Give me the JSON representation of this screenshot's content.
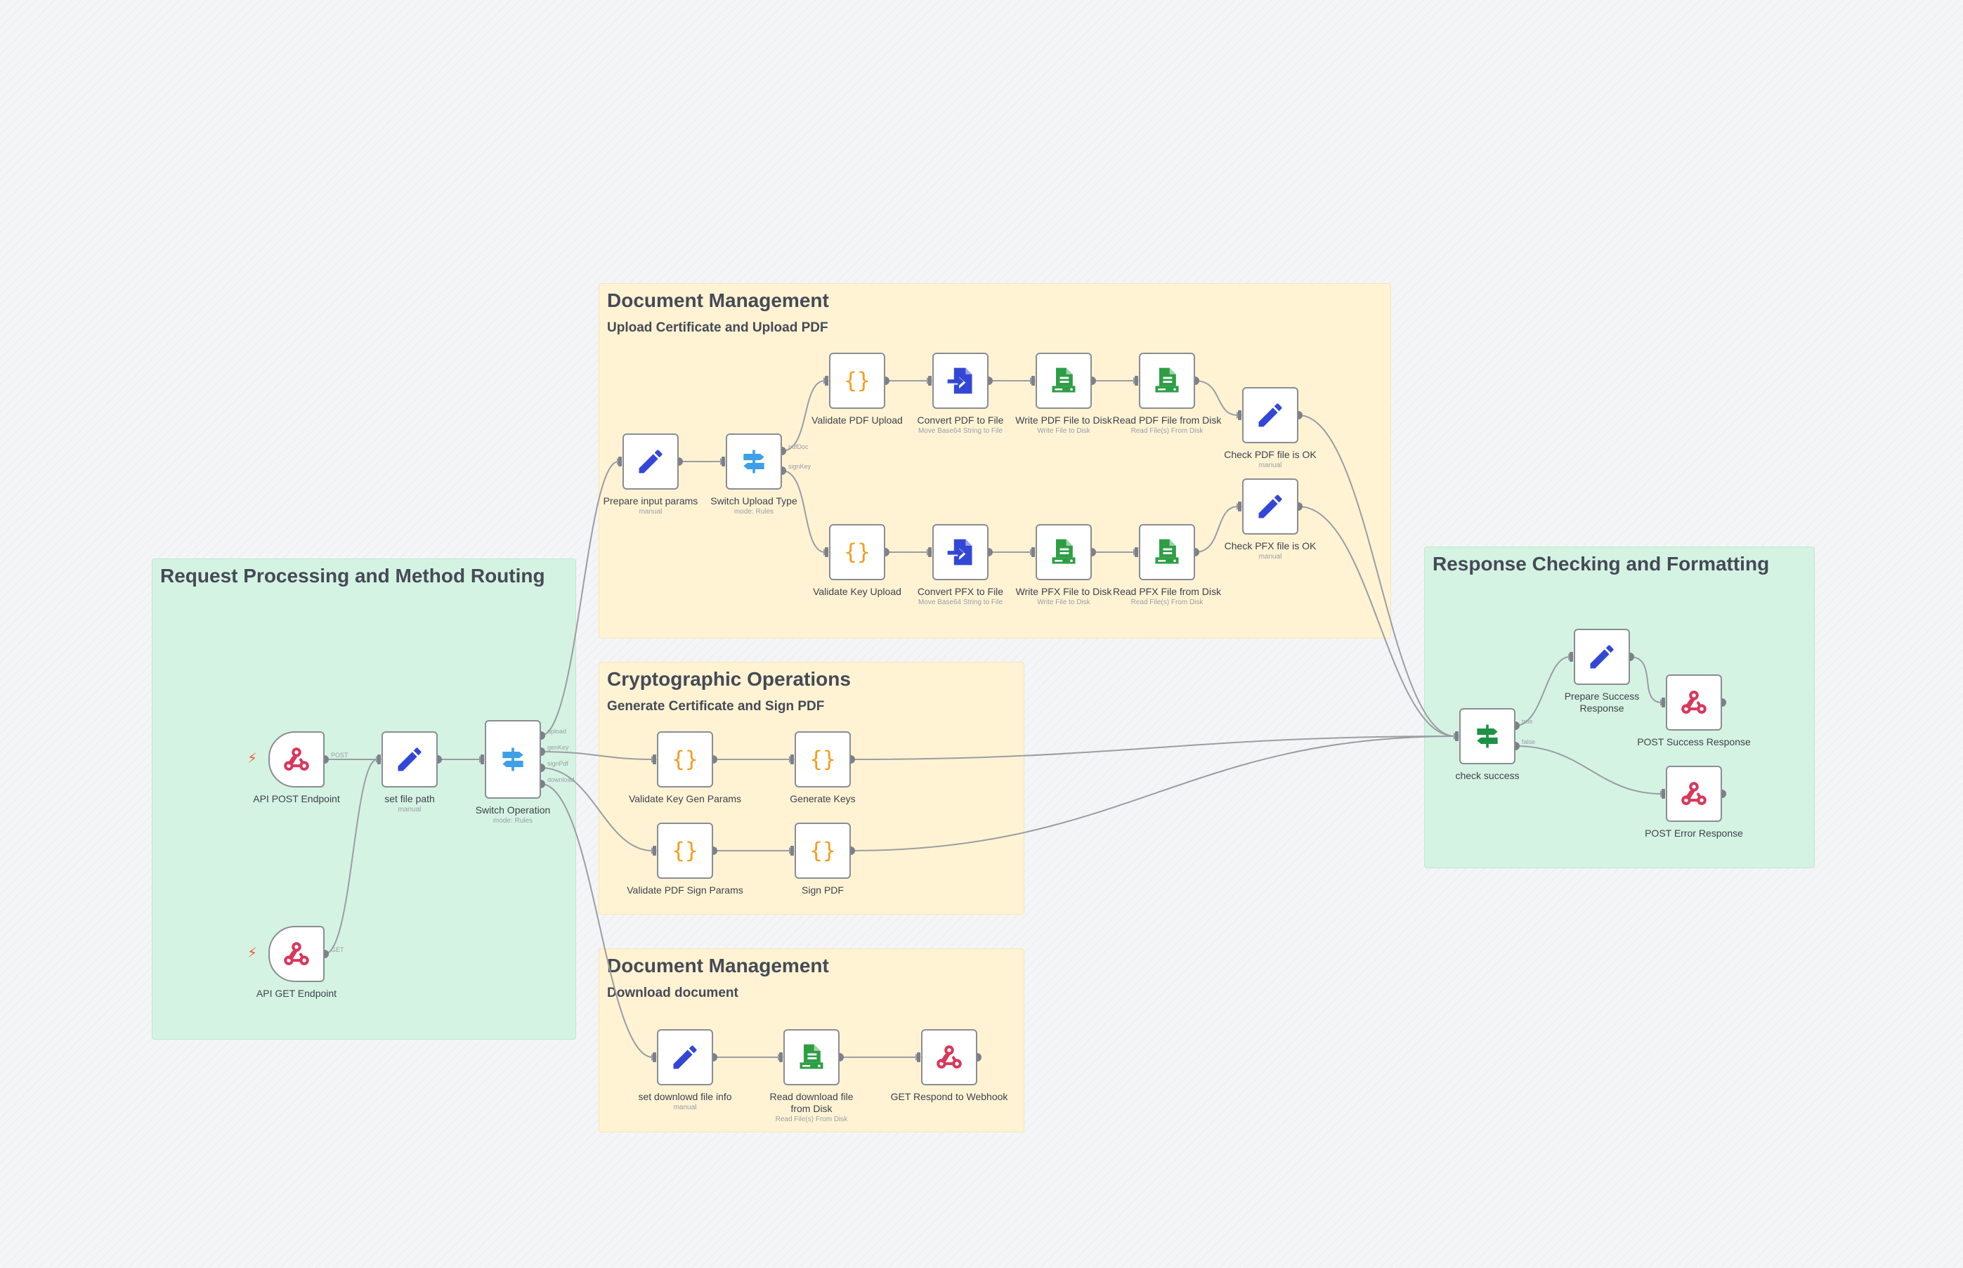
{
  "colors": {
    "green_group": "#d5f3e3",
    "yellow_group": "#fff3d4",
    "node_border": "#8a8d94",
    "wire": "#9a9da3",
    "set_icon": "#3347d6",
    "code_icon": "#f2a020",
    "file_icon": "#2e9e45",
    "convert_icon": "#3347d6",
    "webhook_icon": "#d7385c",
    "switch_icon": "#3ea0e6",
    "if_icon": "#1f9146",
    "trigger_bolt": "#ef5b3b"
  },
  "groups": [
    {
      "id": "g_req",
      "title": "Request Processing and Method Routing",
      "subtitle": "",
      "color": "green"
    },
    {
      "id": "g_docup",
      "title": "Document Management",
      "subtitle": "Upload Certificate and Upload PDF",
      "color": "yellow"
    },
    {
      "id": "g_crypto",
      "title": "Cryptographic Operations",
      "subtitle": "Generate Certificate and Sign PDF",
      "color": "yellow"
    },
    {
      "id": "g_docdown",
      "title": "Document Management",
      "subtitle": "Download document",
      "color": "yellow"
    },
    {
      "id": "g_resp",
      "title": "Response Checking and Formatting",
      "subtitle": "",
      "color": "green"
    }
  ],
  "nodes": [
    {
      "id": "api_post",
      "label": "API POST Endpoint",
      "sub": "",
      "icon": "webhook-icon",
      "trigger": true
    },
    {
      "id": "api_get",
      "label": "API GET Endpoint",
      "sub": "",
      "icon": "webhook-icon",
      "trigger": true
    },
    {
      "id": "set_path",
      "label": "set file path",
      "sub": "manual",
      "icon": "pencil-icon"
    },
    {
      "id": "switch_op",
      "label": "Switch Operation",
      "sub": "mode: Rules",
      "icon": "switch-icon"
    },
    {
      "id": "prep_input",
      "label": "Prepare input params",
      "sub": "manual",
      "icon": "pencil-icon"
    },
    {
      "id": "switch_upload",
      "label": "Switch Upload Type",
      "sub": "mode: Rules",
      "icon": "switch-icon"
    },
    {
      "id": "val_pdf_up",
      "label": "Validate PDF Upload",
      "sub": "",
      "icon": "code-icon"
    },
    {
      "id": "conv_pdf",
      "label": "Convert PDF to File",
      "sub": "Move Base64 String to File",
      "icon": "convert-icon"
    },
    {
      "id": "write_pdf",
      "label": "Write PDF File to Disk",
      "sub": "Write File to Disk",
      "icon": "file-icon"
    },
    {
      "id": "read_pdf",
      "label": "Read PDF File from Disk",
      "sub": "Read File(s) From Disk",
      "icon": "file-icon"
    },
    {
      "id": "check_pdf",
      "label": "Check PDF file is OK",
      "sub": "manual",
      "icon": "pencil-icon"
    },
    {
      "id": "val_key_up",
      "label": "Validate Key Upload",
      "sub": "",
      "icon": "code-icon"
    },
    {
      "id": "conv_pfx",
      "label": "Convert PFX to File",
      "sub": "Move Base64 String to File",
      "icon": "convert-icon"
    },
    {
      "id": "write_pfx",
      "label": "Write PFX File to Disk",
      "sub": "Write File to Disk",
      "icon": "file-icon"
    },
    {
      "id": "read_pfx",
      "label": "Read PFX File from Disk",
      "sub": "Read File(s) From Disk",
      "icon": "file-icon"
    },
    {
      "id": "check_pfx",
      "label": "Check PFX file is OK",
      "sub": "manual",
      "icon": "pencil-icon"
    },
    {
      "id": "val_keygen",
      "label": "Validate Key Gen Params",
      "sub": "",
      "icon": "code-icon"
    },
    {
      "id": "gen_keys",
      "label": "Generate Keys",
      "sub": "",
      "icon": "code-icon"
    },
    {
      "id": "val_sign",
      "label": "Validate PDF Sign Params",
      "sub": "",
      "icon": "code-icon"
    },
    {
      "id": "sign_pdf",
      "label": "Sign PDF",
      "sub": "",
      "icon": "code-icon"
    },
    {
      "id": "set_download",
      "label": "set downlowd file info",
      "sub": "manual",
      "icon": "pencil-icon"
    },
    {
      "id": "read_download",
      "label": "Read download file from Disk",
      "sub": "Read File(s) From Disk",
      "icon": "file-icon"
    },
    {
      "id": "get_respond",
      "label": "GET Respond to Webhook",
      "sub": "",
      "icon": "webhook-icon"
    },
    {
      "id": "check_success",
      "label": "check success",
      "sub": "",
      "icon": "if-icon"
    },
    {
      "id": "prep_success",
      "label": "Prepare Success Response",
      "sub": "",
      "icon": "pencil-icon"
    },
    {
      "id": "post_success",
      "label": "POST Success Response",
      "sub": "",
      "icon": "webhook-icon"
    },
    {
      "id": "post_error",
      "label": "POST Error Response",
      "sub": "",
      "icon": "webhook-icon"
    }
  ],
  "handles": {
    "api_post_out": "POST",
    "api_get_out": "GET",
    "switch_op_1": "upload",
    "switch_op_2": "genKey",
    "switch_op_3": "signPdf",
    "switch_op_4": "download",
    "switch_upload_1": "pdfDoc",
    "switch_upload_2": "signKey",
    "check_true": "true",
    "check_false": "false"
  },
  "connections": [
    [
      "api_post",
      0,
      "set_path"
    ],
    [
      "api_get",
      0,
      "set_path"
    ],
    [
      "set_path",
      0,
      "switch_op"
    ],
    [
      "switch_op",
      0,
      "prep_input"
    ],
    [
      "switch_op",
      1,
      "val_keygen"
    ],
    [
      "switch_op",
      2,
      "val_sign"
    ],
    [
      "switch_op",
      3,
      "set_download"
    ],
    [
      "prep_input",
      0,
      "switch_upload"
    ],
    [
      "switch_upload",
      0,
      "val_pdf_up"
    ],
    [
      "switch_upload",
      1,
      "val_key_up"
    ],
    [
      "val_pdf_up",
      0,
      "conv_pdf"
    ],
    [
      "conv_pdf",
      0,
      "write_pdf"
    ],
    [
      "write_pdf",
      0,
      "read_pdf"
    ],
    [
      "read_pdf",
      0,
      "check_pdf"
    ],
    [
      "val_key_up",
      0,
      "conv_pfx"
    ],
    [
      "conv_pfx",
      0,
      "write_pfx"
    ],
    [
      "write_pfx",
      0,
      "read_pfx"
    ],
    [
      "read_pfx",
      0,
      "check_pfx"
    ],
    [
      "val_keygen",
      0,
      "gen_keys"
    ],
    [
      "val_sign",
      0,
      "sign_pdf"
    ],
    [
      "set_download",
      0,
      "read_download"
    ],
    [
      "read_download",
      0,
      "get_respond"
    ],
    [
      "check_pdf",
      0,
      "check_success"
    ],
    [
      "check_pfx",
      0,
      "check_success"
    ],
    [
      "gen_keys",
      0,
      "check_success"
    ],
    [
      "sign_pdf",
      0,
      "check_success"
    ],
    [
      "check_success",
      0,
      "prep_success"
    ],
    [
      "check_success",
      1,
      "post_error"
    ],
    [
      "prep_success",
      0,
      "post_success"
    ]
  ]
}
